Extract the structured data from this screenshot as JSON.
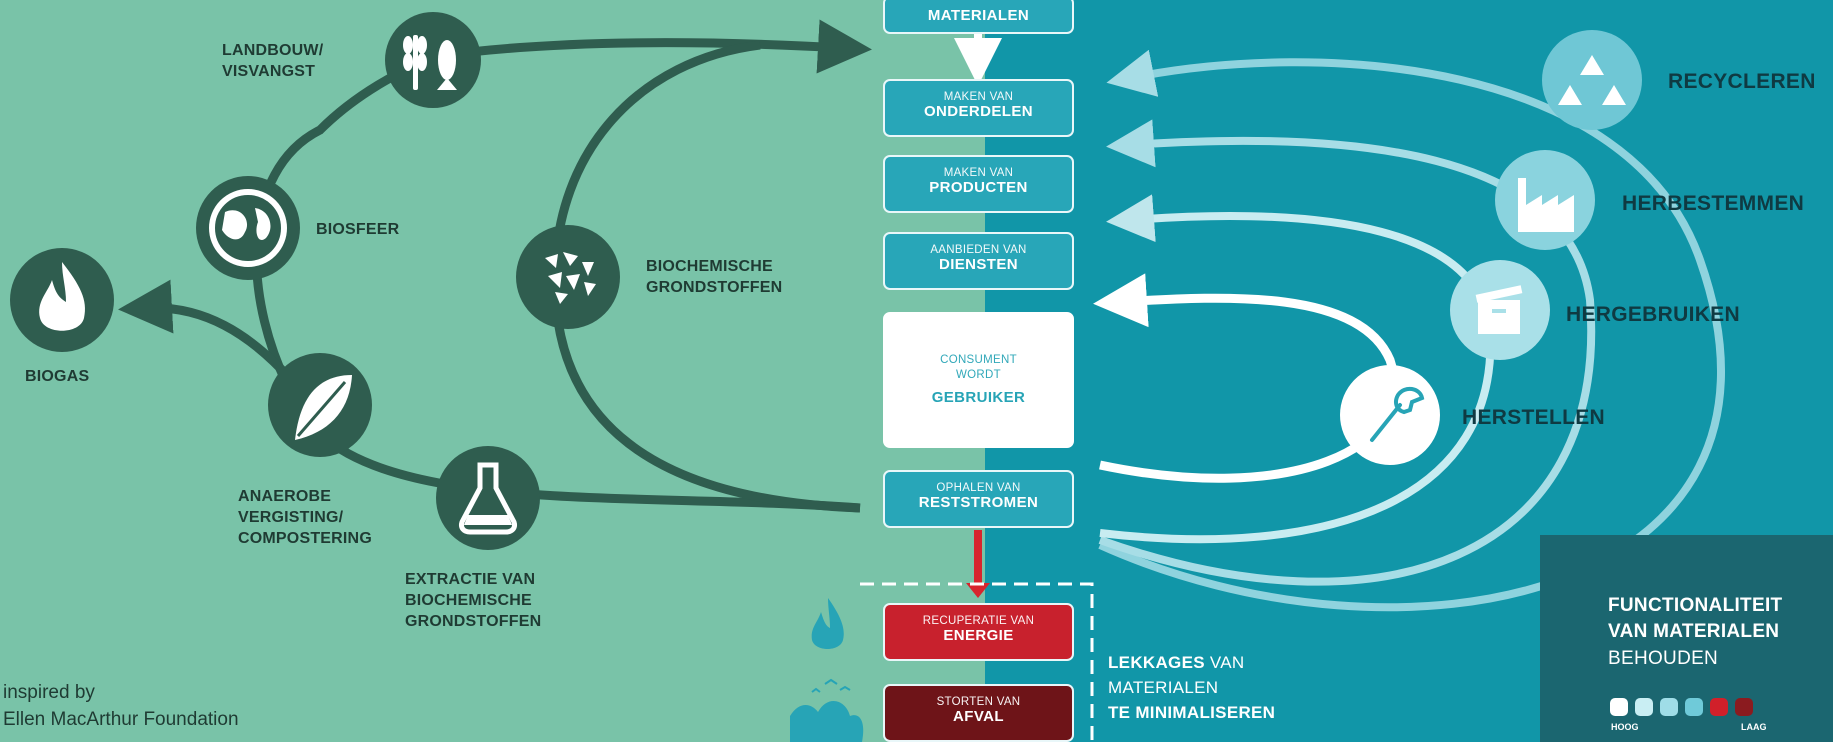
{
  "left": {
    "landbouw": "LANDBOUW/",
    "visvangst": "VISVANGST",
    "biosfeer": "BIOSFEER",
    "biogas": "BIOGAS",
    "biochemische1": "BIOCHEMISCHE",
    "grondstoffen1": "GRONDSTOFFEN",
    "anaerobe": "ANAEROBE",
    "vergisting": "VERGISTING/",
    "compostering": "COMPOSTERING",
    "extractie": "EXTRACTIE VAN",
    "biochemische2": "BIOCHEMISCHE",
    "grondstoffen2": "GRONDSTOFFEN"
  },
  "center": {
    "materialen": "MATERIALEN",
    "onderdelen_s": "MAKEN VAN",
    "onderdelen_b": "ONDERDELEN",
    "producten_s": "MAKEN VAN",
    "producten_b": "PRODUCTEN",
    "diensten_s": "AANBIEDEN VAN",
    "diensten_b": "DIENSTEN",
    "consument1": "CONSUMENT",
    "consument2": "WORDT",
    "consument3": "GEBRUIKER",
    "ophalen_s": "OPHALEN VAN",
    "ophalen_b": "RESTSTROMEN",
    "recuperatie_s": "RECUPERATIE VAN",
    "recuperatie_b": "ENERGIE",
    "storten_s": "STORTEN VAN",
    "storten_b": "AFVAL"
  },
  "leakage": {
    "l1a": "LEKKAGES",
    "l1b": " VAN",
    "l2": "MATERIALEN",
    "l3": "TE MINIMALISEREN"
  },
  "right": {
    "recycleren": "RECYCLEREN",
    "herbestemmen": "HERBESTEMMEN",
    "hergebruiken": "HERGEBRUIKEN",
    "herstellen": "HERSTELLEN"
  },
  "legend": {
    "l1": "FUNCTIONALITEIT",
    "l2": "VAN MATERIALEN",
    "l3": "BEHOUDEN",
    "hoog": "HOOG",
    "laag": "LAAG",
    "dot_colors": [
      "#ffffff",
      "#c9eef3",
      "#9fdde7",
      "#6fcad9",
      "#d1202a",
      "#8b1b1f"
    ]
  },
  "credit": {
    "line1": "inspired by",
    "line2": "Ellen MacArthur Foundation"
  },
  "colors": {
    "bio_bg": "#79c3a8",
    "tech_bg": "#1196a8",
    "dark_node": "#2f5d4f",
    "box": "#28a6b8",
    "energy": "#c8212d",
    "waste": "#6e1418"
  }
}
